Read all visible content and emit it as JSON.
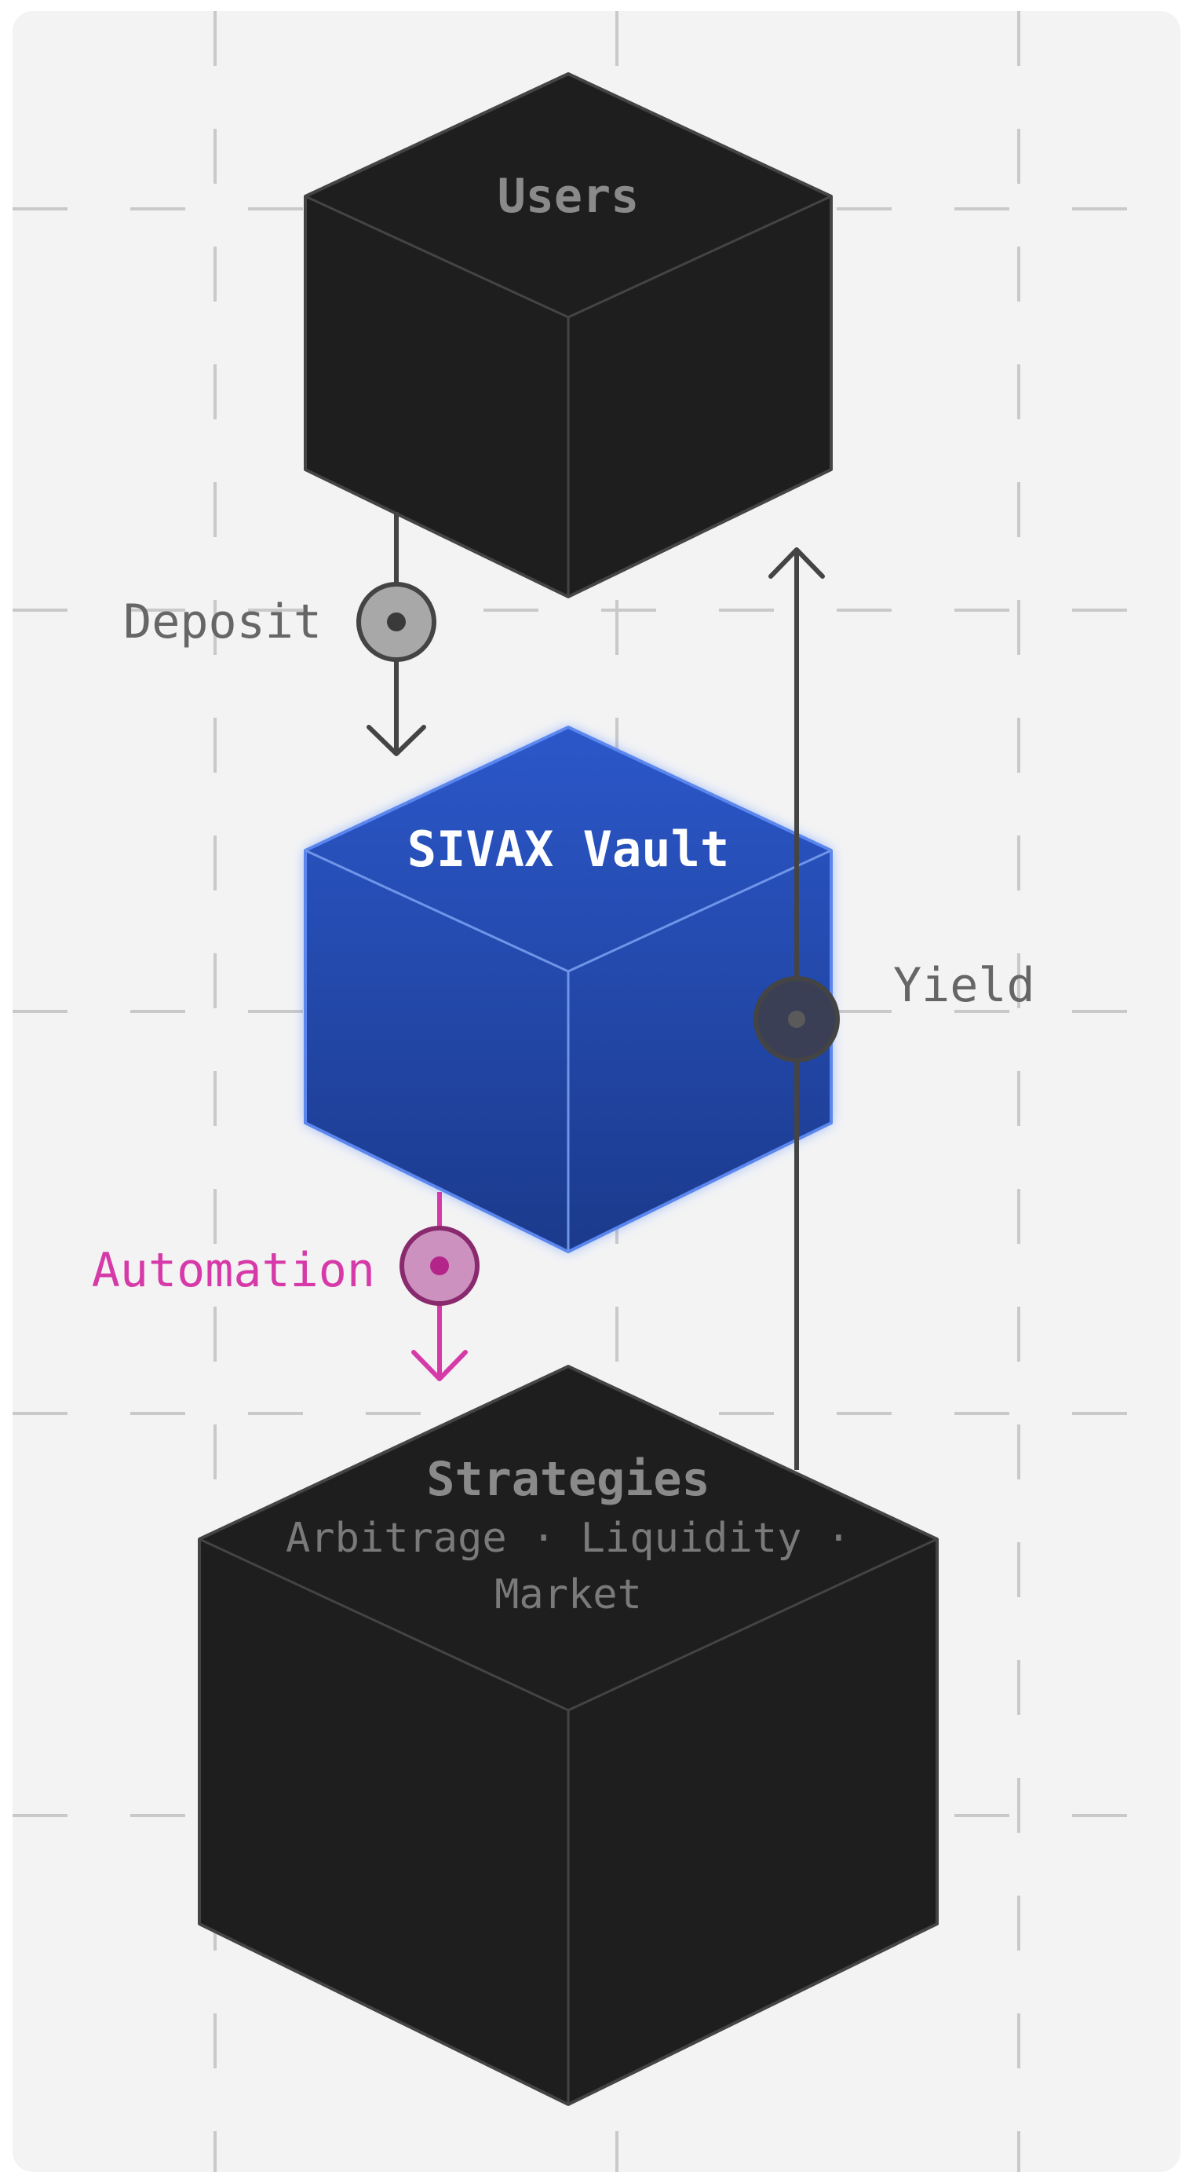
{
  "nodes": {
    "users": {
      "title": "Users"
    },
    "vault": {
      "title": "SIVAX Vault"
    },
    "strategies": {
      "title": "Strategies",
      "subtitle_line1": "Arbitrage · Liquidity ·",
      "subtitle_line2": "Market"
    }
  },
  "edges": {
    "deposit": {
      "label": "Deposit"
    },
    "automation": {
      "label": "Automation"
    },
    "yield": {
      "label": "Yield"
    }
  },
  "colors": {
    "background": "#f3f3f4",
    "grid": "#c9c9c9",
    "dark_block": "#1e1e1e",
    "dark_block_edge": "#444444",
    "label_dark_block": "#8a8a8a",
    "vault_top": "#2b57c9",
    "vault_bottom": "#1b3a8c",
    "vault_text": "#ffffff",
    "connector": "#444444",
    "label_gray": "#666666",
    "automation": "#d63aa8"
  }
}
